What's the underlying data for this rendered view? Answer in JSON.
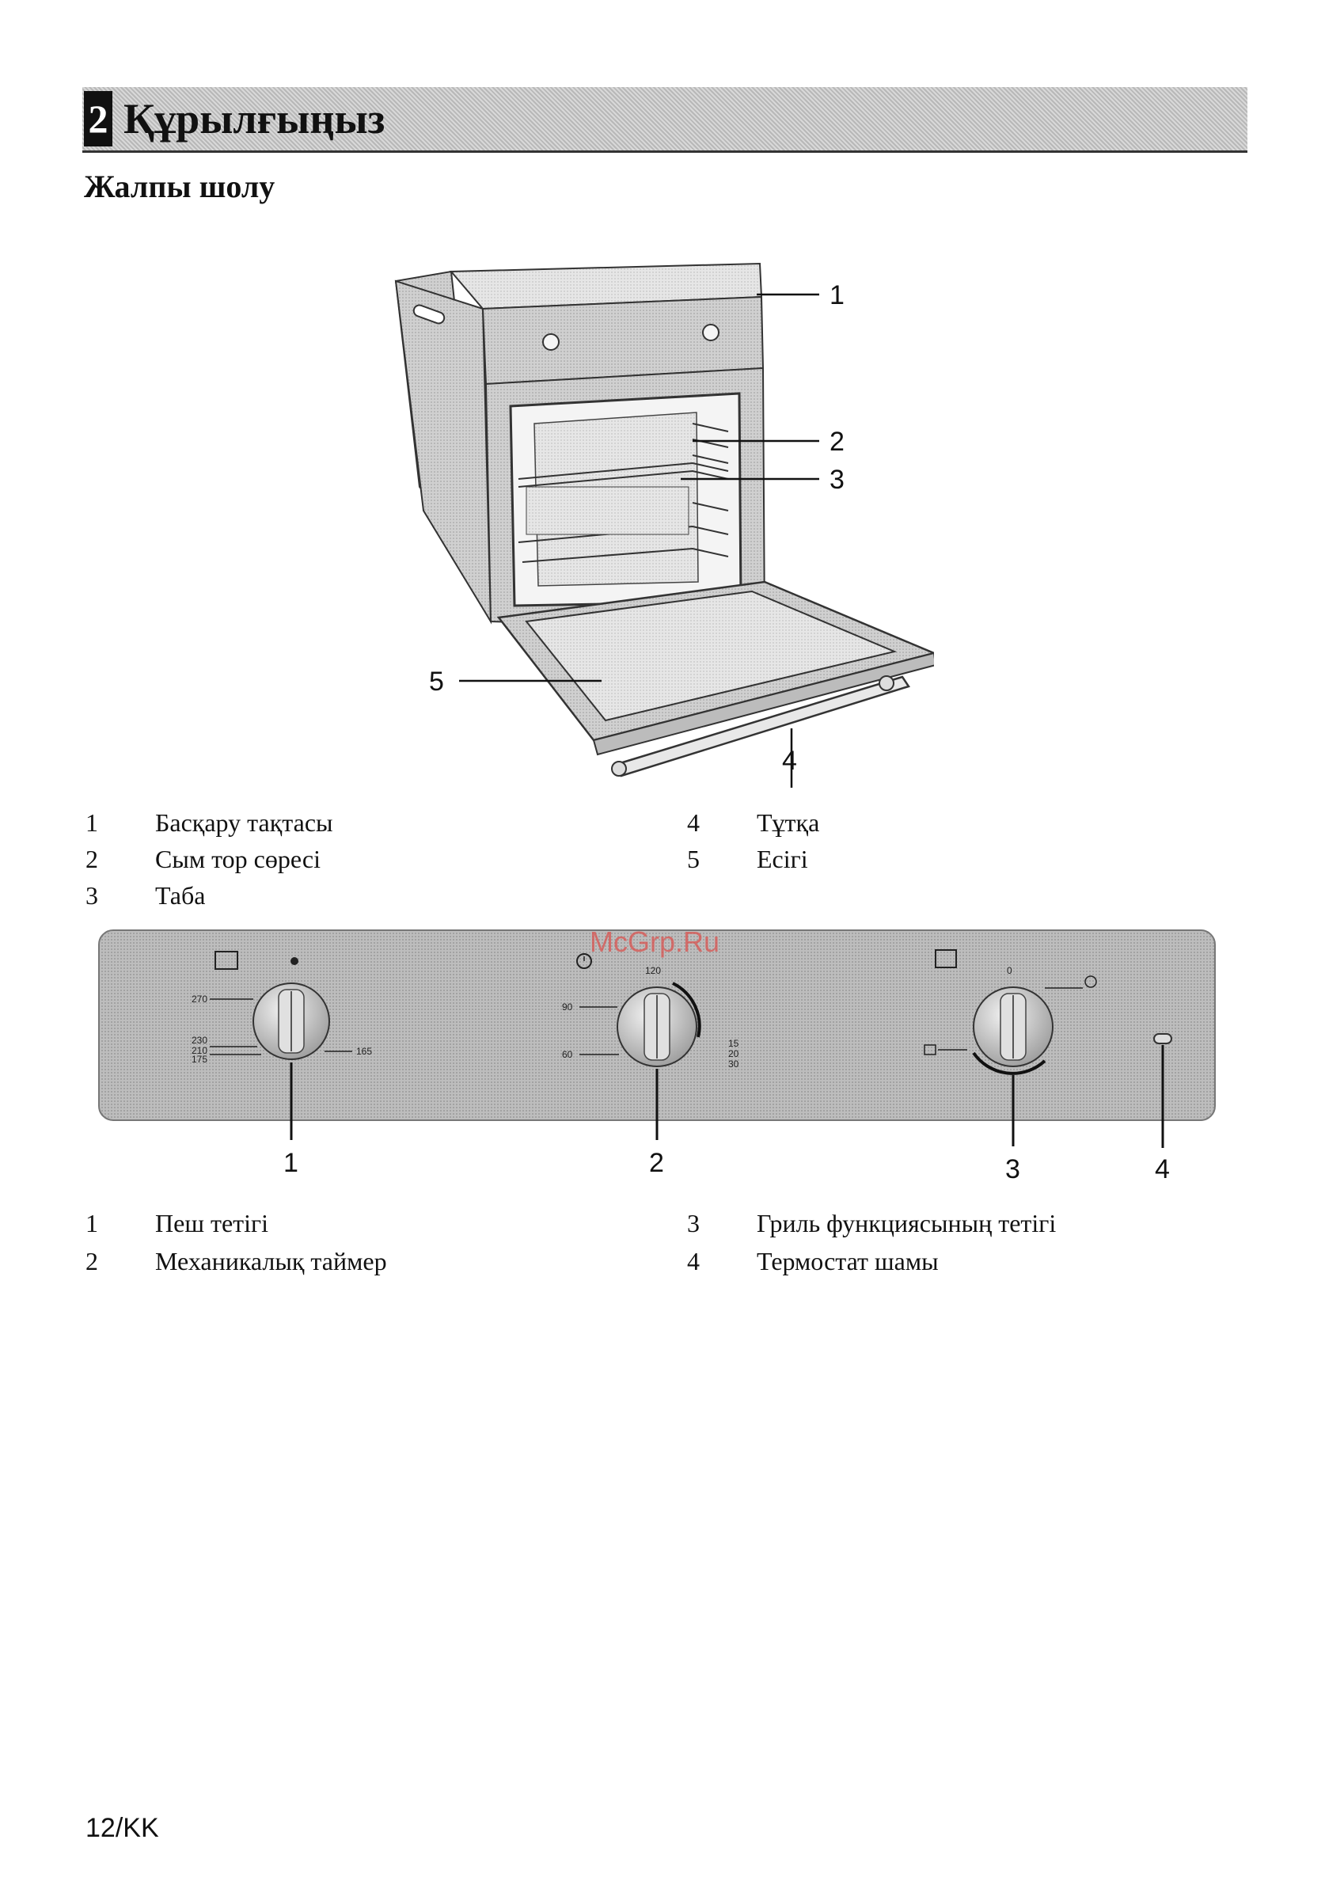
{
  "chapter": {
    "number": "2",
    "title": "Құрылғыңыз"
  },
  "section_title": "Жалпы шолу",
  "oven_callouts": [
    "1",
    "2",
    "3",
    "4",
    "5"
  ],
  "oven_legend": [
    {
      "num": "1",
      "text": "Басқару тақтасы"
    },
    {
      "num": "2",
      "text": "Сым тор сөресі"
    },
    {
      "num": "3",
      "text": "Таба"
    },
    {
      "num": "4",
      "text": "Тұтқа"
    },
    {
      "num": "5",
      "text": "Есігі"
    }
  ],
  "panel": {
    "watermark": "McGrp.Ru",
    "callouts": [
      "1",
      "2",
      "3",
      "4"
    ],
    "knob1_labels": [
      "270",
      "230",
      "210",
      "175",
      "165"
    ],
    "knob2_labels": [
      "120",
      "90",
      "60",
      "15",
      "20",
      "30"
    ],
    "knob3_labels": [
      "0"
    ]
  },
  "panel_legend": [
    {
      "num": "1",
      "text": "Пеш тетігі"
    },
    {
      "num": "2",
      "text": "Механикалық таймер"
    },
    {
      "num": "3",
      "text": "Гриль функциясының тетігі"
    },
    {
      "num": "4",
      "text": "Термостат шамы"
    }
  ],
  "page_number": "12/KK",
  "colors": {
    "header_bar": "#c4c4c4",
    "panel": "#b9b9b9",
    "watermark": "#d9534f"
  }
}
